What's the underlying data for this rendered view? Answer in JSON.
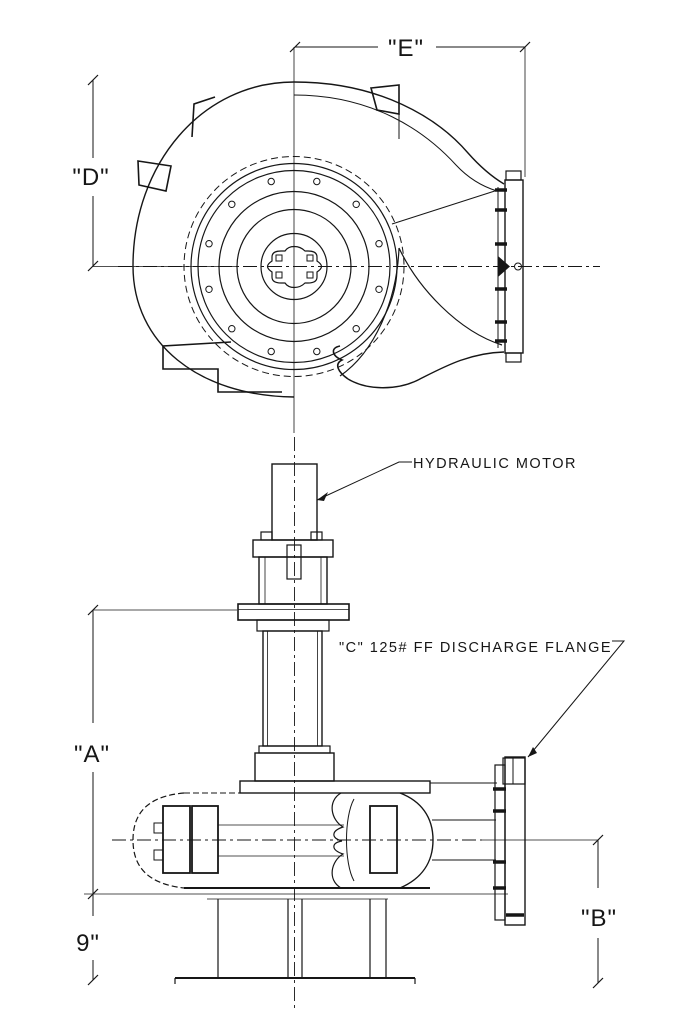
{
  "colors": {
    "ink": "#161616",
    "paper": "#ffffff"
  },
  "annotations": {
    "motor_label": "HYDRAULIC MOTOR",
    "flange_label": "\"C\" 125# FF DISCHARGE FLANGE"
  },
  "dimensions": {
    "top_view_width": "\"E\"",
    "top_view_height": "\"D\"",
    "side_view_height": "\"A\"",
    "discharge_centerline_height": "\"B\"",
    "base_height": "9\""
  }
}
